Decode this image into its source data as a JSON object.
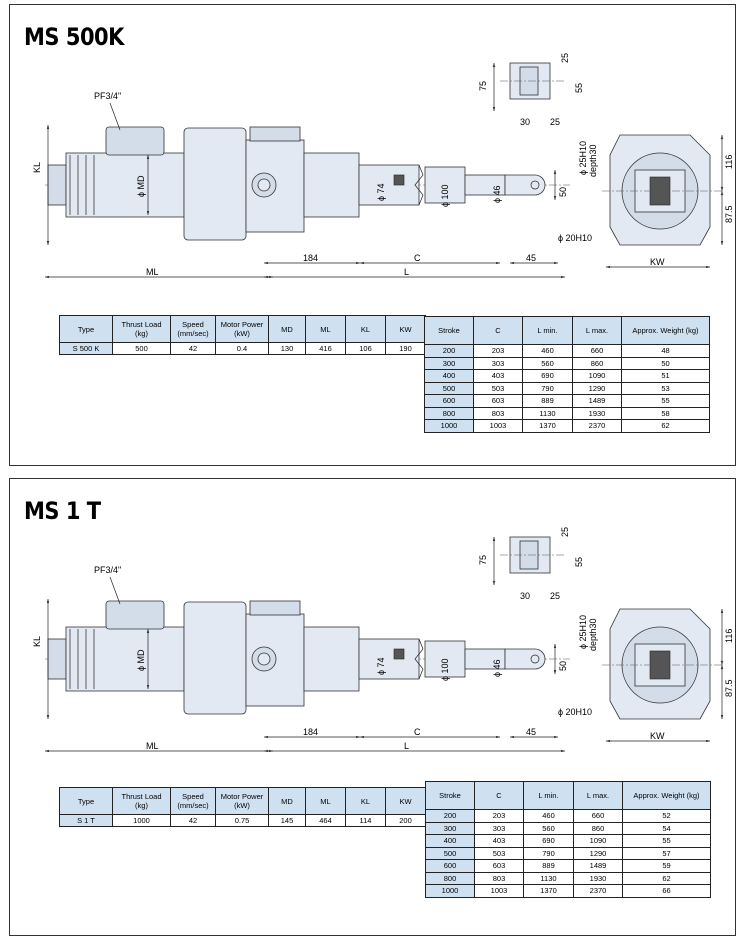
{
  "models": [
    {
      "title": "MS 500K",
      "drawing": {
        "port": "PF3/4\"",
        "dims": {
          "kl": "KL",
          "md": "ϕ MD",
          "ml": "ML",
          "d184": "184",
          "c": "C",
          "l": "L",
          "d45": "45",
          "kw": "KW",
          "phi74": "ϕ 74",
          "phi100": "ϕ 100",
          "phi46": "ϕ 46",
          "d50": "50",
          "phi20": "ϕ 20H10",
          "phi25": "ϕ 25H10",
          "depth": "depth30",
          "d116": "116",
          "d875": "87.5",
          "d75": "75",
          "d25a": "25",
          "d55": "55",
          "d30": "30",
          "d25b": "25"
        }
      },
      "spec": {
        "headers": [
          "Type",
          "Thrust Load (kg)",
          "Speed (mm/sec)",
          "Motor Power (kW)",
          "MD",
          "ML",
          "KL",
          "KW"
        ],
        "row": [
          "S 500 K",
          "500",
          "42",
          "0.4",
          "130",
          "416",
          "106",
          "190"
        ]
      },
      "stroke_table": {
        "headers": [
          "Stroke",
          "C",
          "L min.",
          "L max.",
          "Approx. Weight (kg)"
        ],
        "rows": [
          [
            "200",
            "203",
            "460",
            "660",
            "48"
          ],
          [
            "300",
            "303",
            "560",
            "860",
            "50"
          ],
          [
            "400",
            "403",
            "690",
            "1090",
            "51"
          ],
          [
            "500",
            "503",
            "790",
            "1290",
            "53"
          ],
          [
            "600",
            "603",
            "889",
            "1489",
            "55"
          ],
          [
            "800",
            "803",
            "1130",
            "1930",
            "58"
          ],
          [
            "1000",
            "1003",
            "1370",
            "2370",
            "62"
          ]
        ]
      }
    },
    {
      "title": "MS 1 T",
      "drawing": {
        "port": "PF3/4\"",
        "dims": {
          "kl": "KL",
          "md": "ϕ MD",
          "ml": "ML",
          "d184": "184",
          "c": "C",
          "l": "L",
          "d45": "45",
          "kw": "KW",
          "phi74": "ϕ 74",
          "phi100": "ϕ 100",
          "phi46": "ϕ 46",
          "d50": "50",
          "phi20": "ϕ 20H10",
          "phi25": "ϕ 25H10",
          "depth": "depth30",
          "d116": "116",
          "d875": "87.5",
          "d75": "75",
          "d25a": "25",
          "d55": "55",
          "d30": "30",
          "d25b": "25"
        }
      },
      "spec": {
        "headers": [
          "Type",
          "Thrust Load (kg)",
          "Speed (mm/sec)",
          "Motor Power (kW)",
          "MD",
          "ML",
          "KL",
          "KW"
        ],
        "row": [
          "S 1 T",
          "1000",
          "42",
          "0.75",
          "145",
          "464",
          "114",
          "200"
        ]
      },
      "stroke_table": {
        "headers": [
          "Stroke",
          "C",
          "L min.",
          "L max.",
          "Approx. Weight (kg)"
        ],
        "rows": [
          [
            "200",
            "203",
            "460",
            "660",
            "52"
          ],
          [
            "300",
            "303",
            "560",
            "860",
            "54"
          ],
          [
            "400",
            "403",
            "690",
            "1090",
            "55"
          ],
          [
            "500",
            "503",
            "790",
            "1290",
            "57"
          ],
          [
            "600",
            "603",
            "889",
            "1489",
            "59"
          ],
          [
            "800",
            "803",
            "1130",
            "1930",
            "62"
          ],
          [
            "1000",
            "1003",
            "1370",
            "2370",
            "66"
          ]
        ]
      }
    }
  ]
}
